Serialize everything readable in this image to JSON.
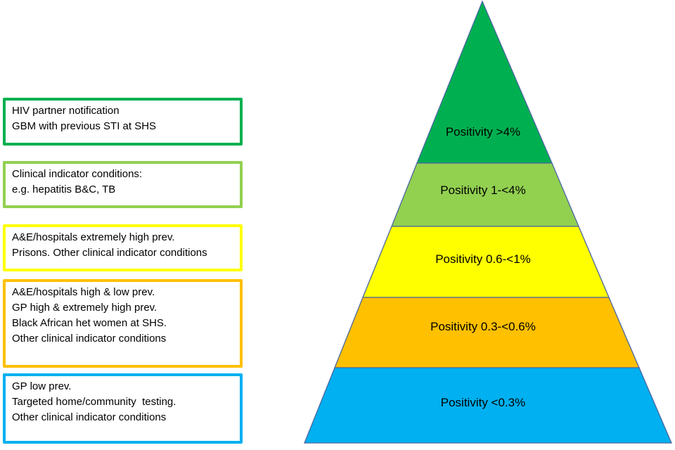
{
  "pyramid": {
    "outline_color": "#4a66a0",
    "levels": [
      {
        "label": "Positivity >4%",
        "color": "#00B050"
      },
      {
        "label": "Positivity 1-<4%",
        "color": "#92D050"
      },
      {
        "label": "Positivity 0.6-<1%",
        "color": "#FFFF00"
      },
      {
        "label": "Positivity 0.3-<0.6%",
        "color": "#FFC000"
      },
      {
        "label": "Positivity <0.3%",
        "color": "#00B0F0"
      }
    ]
  },
  "boxes": [
    {
      "border_color": "#00B050",
      "lines": [
        "HIV partner notification",
        "GBM with previous STI at SHS"
      ]
    },
    {
      "border_color": "#92D050",
      "lines": [
        "Clinical indicator conditions:",
        "e.g. hepatitis B&C, TB"
      ]
    },
    {
      "border_color": "#FFFF00",
      "lines": [
        "A&E/hospitals extremely high prev.",
        "Prisons. Other clinical indicator conditions"
      ]
    },
    {
      "border_color": "#FFC000",
      "lines": [
        "A&E/hospitals high & low prev.",
        "GP high & extremely high prev.",
        "Black African het women at SHS.",
        "Other clinical indicator conditions"
      ]
    },
    {
      "border_color": "#00B0F0",
      "lines": [
        "GP low prev.",
        "Targeted home/community  testing.",
        "Other clinical indicator conditions"
      ]
    }
  ]
}
